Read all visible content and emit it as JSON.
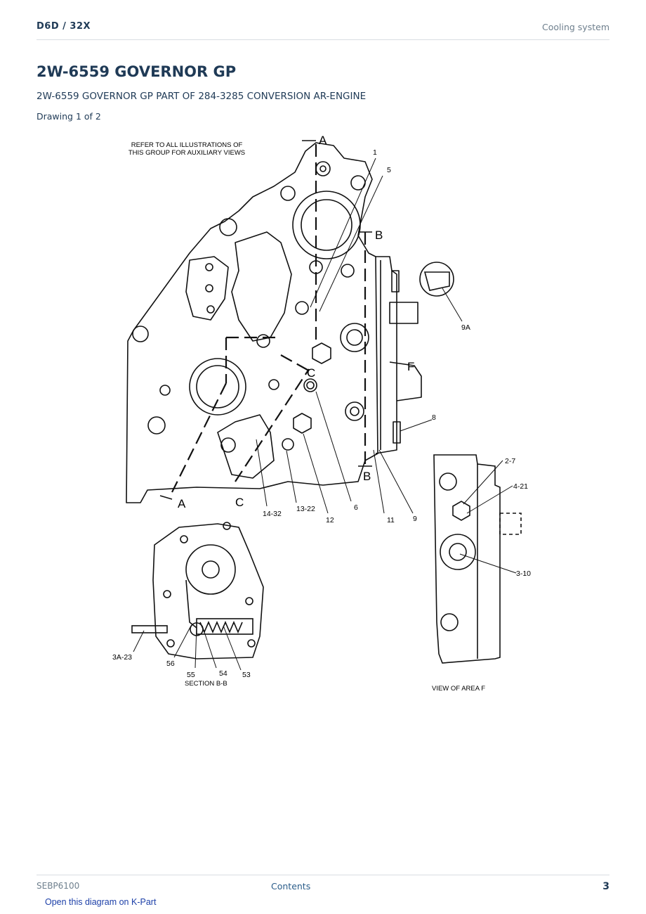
{
  "header": {
    "model": "D6D  /  32X",
    "section": "Cooling system"
  },
  "title": "2W-6559 GOVERNOR GP",
  "subtitle": "2W-6559 GOVERNOR GP PART OF 284-3285 CONVERSION AR-ENGINE",
  "drawing_number": "Drawing 1 of 2",
  "diagram": {
    "note_line1": "REFER TO ALL ILLUSTRATIONS OF",
    "note_line2": "THIS GROUP FOR AUXILIARY VIEWS",
    "section_bb": "SECTION B-B",
    "view_area_f": "VIEW OF AREA  F",
    "letters": {
      "a": "A",
      "b": "B",
      "c": "C",
      "f": "F"
    },
    "callouts": [
      "1",
      "5",
      "9A",
      "8",
      "6",
      "11",
      "9",
      "12",
      "13-22",
      "14-32",
      "2-7",
      "4-21",
      "3-10",
      "3A-23",
      "56",
      "55",
      "54",
      "53"
    ]
  },
  "footer": {
    "doc_id": "SEBP6100",
    "contents": "Contents",
    "page": "3"
  },
  "kpart_link": "Open this diagram on K-Part"
}
